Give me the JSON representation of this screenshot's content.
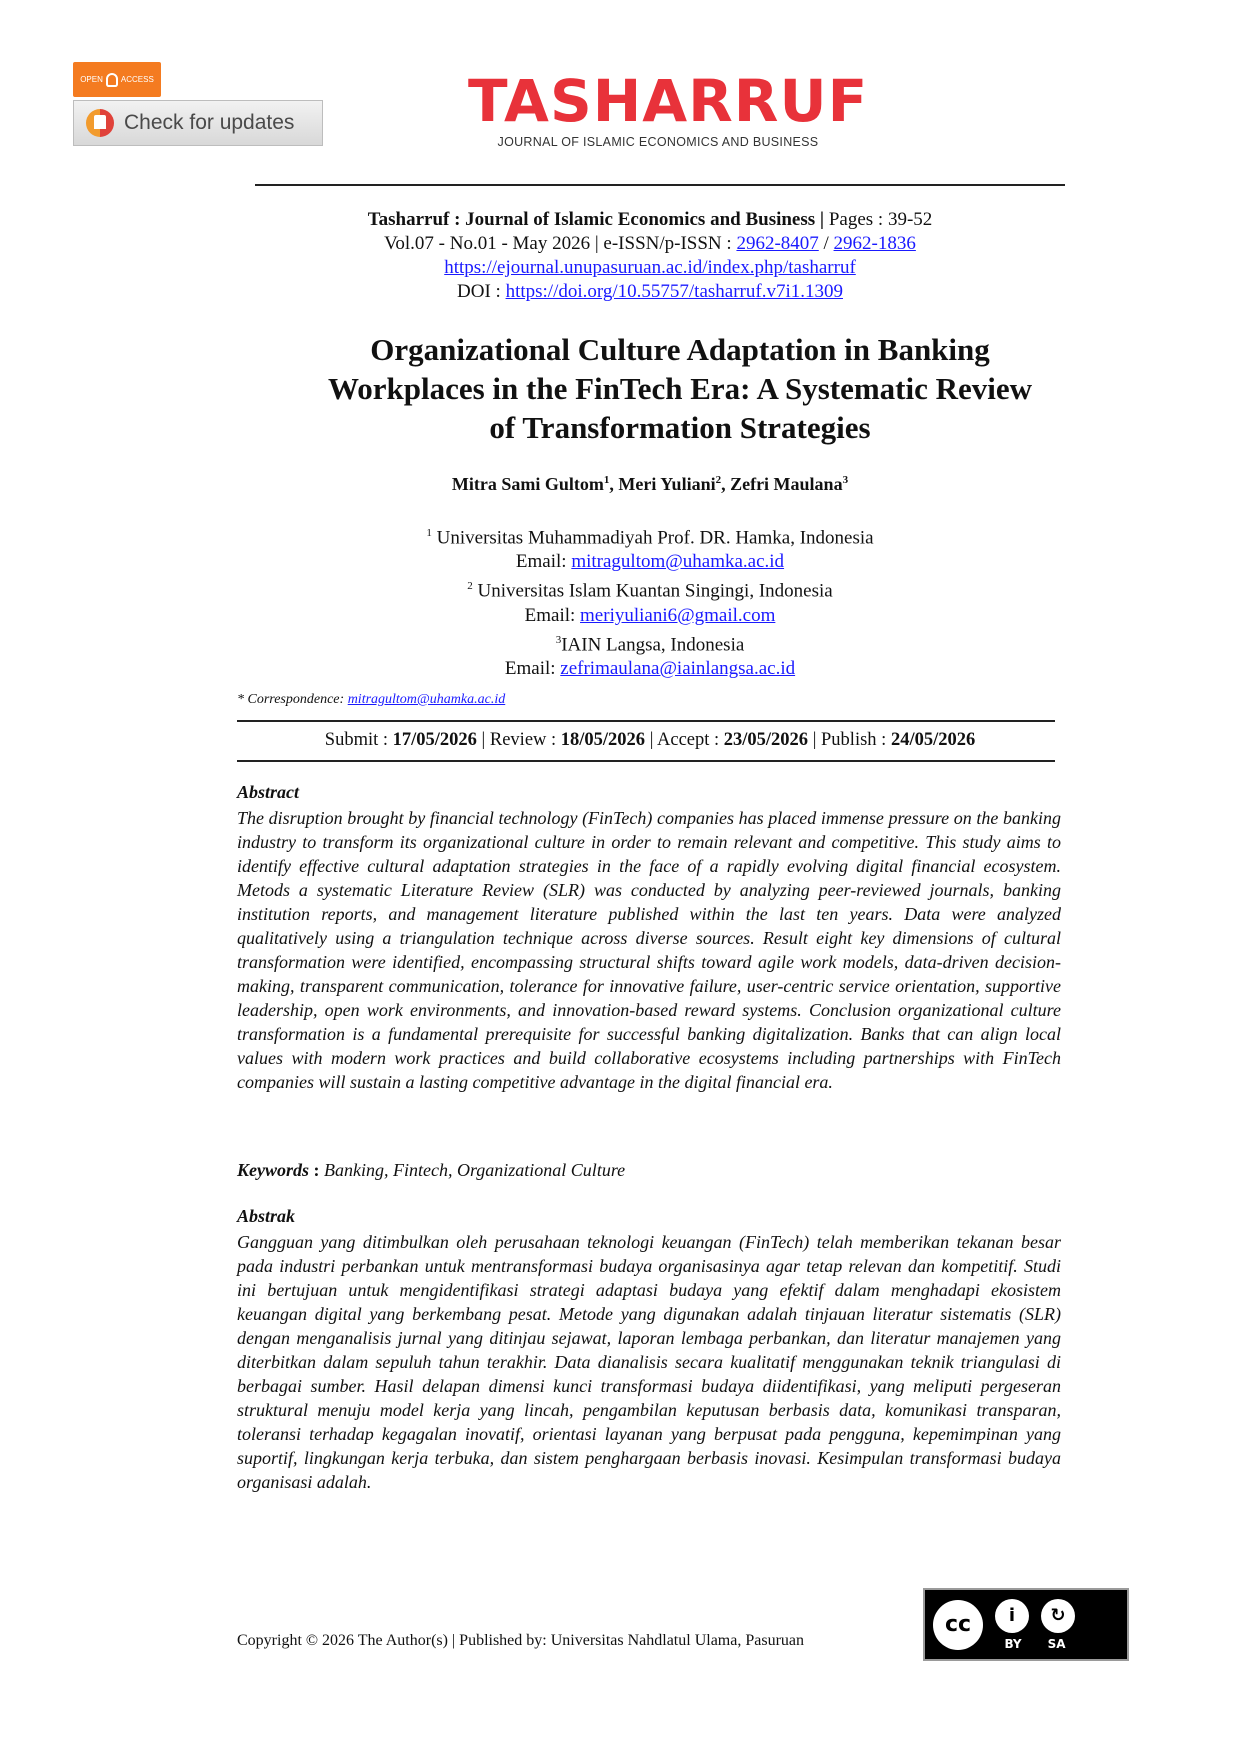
{
  "badges": {
    "open_access_top": "OPEN",
    "open_access_bottom": "ACCESS",
    "check_updates": "Check for updates"
  },
  "masthead": {
    "name": "TASHARRUF",
    "subtitle": "JOURNAL OF ISLAMIC ECONOMICS AND BUSINESS",
    "brand_color": "#e8323a"
  },
  "journal": {
    "name_bold": "Tasharruf : Journal of Islamic Economics and Business |",
    "pages": " Pages : 39-52",
    "vol_prefix": "Vol.07 - No.01 - May 2026 | e-ISSN/p-ISSN : ",
    "eissn": "2962-8407",
    "sep": " / ",
    "pissn": "2962-1836",
    "url": "https://ejournal.unupasuruan.ac.id/index.php/tasharruf",
    "doi_label": "DOI : ",
    "doi": "https://doi.org/10.55757/tasharruf.v7i1.1309"
  },
  "title_lines": [
    "Organizational Culture Adaptation in Banking",
    "Workplaces in the FinTech Era: A Systematic Review",
    "of Transformation Strategies"
  ],
  "authors": [
    {
      "name": "Mitra Sami Gultom",
      "sup": "1"
    },
    {
      "name": "Meri Yuliani",
      "sup": "2"
    },
    {
      "name": "Zefri Maulana",
      "sup": "3"
    }
  ],
  "affiliations": [
    {
      "sup": "1",
      "inst": " Universitas Muhammadiyah Prof. DR. Hamka, Indonesia",
      "email_label": "Email: ",
      "email": "mitragultom@uhamka.ac.id"
    },
    {
      "sup": "2",
      "inst": " Universitas Islam Kuantan Singingi, Indonesia",
      "email_label": "Email: ",
      "email": "meriyuliani6@gmail.com"
    },
    {
      "sup": "3",
      "inst": "IAIN Langsa, Indonesia",
      "email_label": "Email: ",
      "email": "zefrimaulana@iainlangsa.ac.id"
    }
  ],
  "correspondence": {
    "label": "* Correspondence: ",
    "email": "mitragultom@uhamka.ac.id"
  },
  "dates": {
    "submit_label": "Submit : ",
    "submit": "17/05/2026",
    "review_label": " | Review : ",
    "review": "18/05/2026",
    "accept_label": " | Accept : ",
    "accept": "23/05/2026",
    "publish_label": " | Publish : ",
    "publish": "24/05/2026"
  },
  "abstract": {
    "heading": "Abstract",
    "text": "The disruption brought by financial technology (FinTech) companies has placed immense pressure on the banking industry to transform its organizational culture in order to remain relevant and competitive. This study aims to identify effective cultural adaptation strategies in the face of a rapidly evolving digital financial ecosystem. Metods a systematic Literature Review (SLR) was conducted by analyzing peer-reviewed journals, banking institution reports, and management literature published within the last ten years. Data were analyzed qualitatively using a triangulation technique across diverse sources. Result eight key dimensions of cultural transformation were identified, encompassing structural shifts toward agile work models, data-driven decision-making, transparent communication, tolerance for innovative failure, user-centric service orientation, supportive leadership, open work environments, and innovation-based reward systems. Conclusion organizational culture transformation is a fundamental prerequisite for successful banking digitalization. Banks that can align local values with modern work practices and build collaborative ecosystems including partnerships with FinTech companies will sustain a lasting competitive advantage in the digital financial era."
  },
  "keywords": {
    "label": "Keywords",
    "sep": " : ",
    "text": "Banking, Fintech, Organizational Culture"
  },
  "abstrak": {
    "heading": "Abstrak",
    "text": "Gangguan yang ditimbulkan oleh perusahaan teknologi keuangan (FinTech) telah memberikan tekanan besar pada industri perbankan untuk mentransformasi budaya organisasinya agar tetap relevan dan kompetitif. Studi ini bertujuan untuk mengidentifikasi strategi adaptasi budaya yang efektif dalam menghadapi ekosistem keuangan digital yang berkembang pesat. Metode yang digunakan adalah tinjauan literatur sistematis (SLR) dengan menganalisis jurnal yang ditinjau sejawat, laporan lembaga perbankan, dan literatur manajemen yang diterbitkan dalam sepuluh tahun terakhir. Data dianalisis secara kualitatif menggunakan teknik triangulasi di berbagai sumber. Hasil delapan dimensi kunci transformasi budaya diidentifikasi, yang meliputi pergeseran struktural menuju model kerja yang lincah, pengambilan keputusan berbasis data, komunikasi transparan, toleransi terhadap kegagalan inovatif, orientasi layanan yang berpusat pada pengguna, kepemimpinan yang suportif, lingkungan kerja terbuka, dan sistem penghargaan berbasis inovasi. Kesimpulan transformasi budaya organisasi adalah."
  },
  "footer": {
    "text": "Copyright © 2026 The Author(s) | Published by: Universitas Nahdlatul Ulama, Pasuruan"
  },
  "license": {
    "cc": "cc",
    "by": "BY",
    "sa": "SA"
  }
}
